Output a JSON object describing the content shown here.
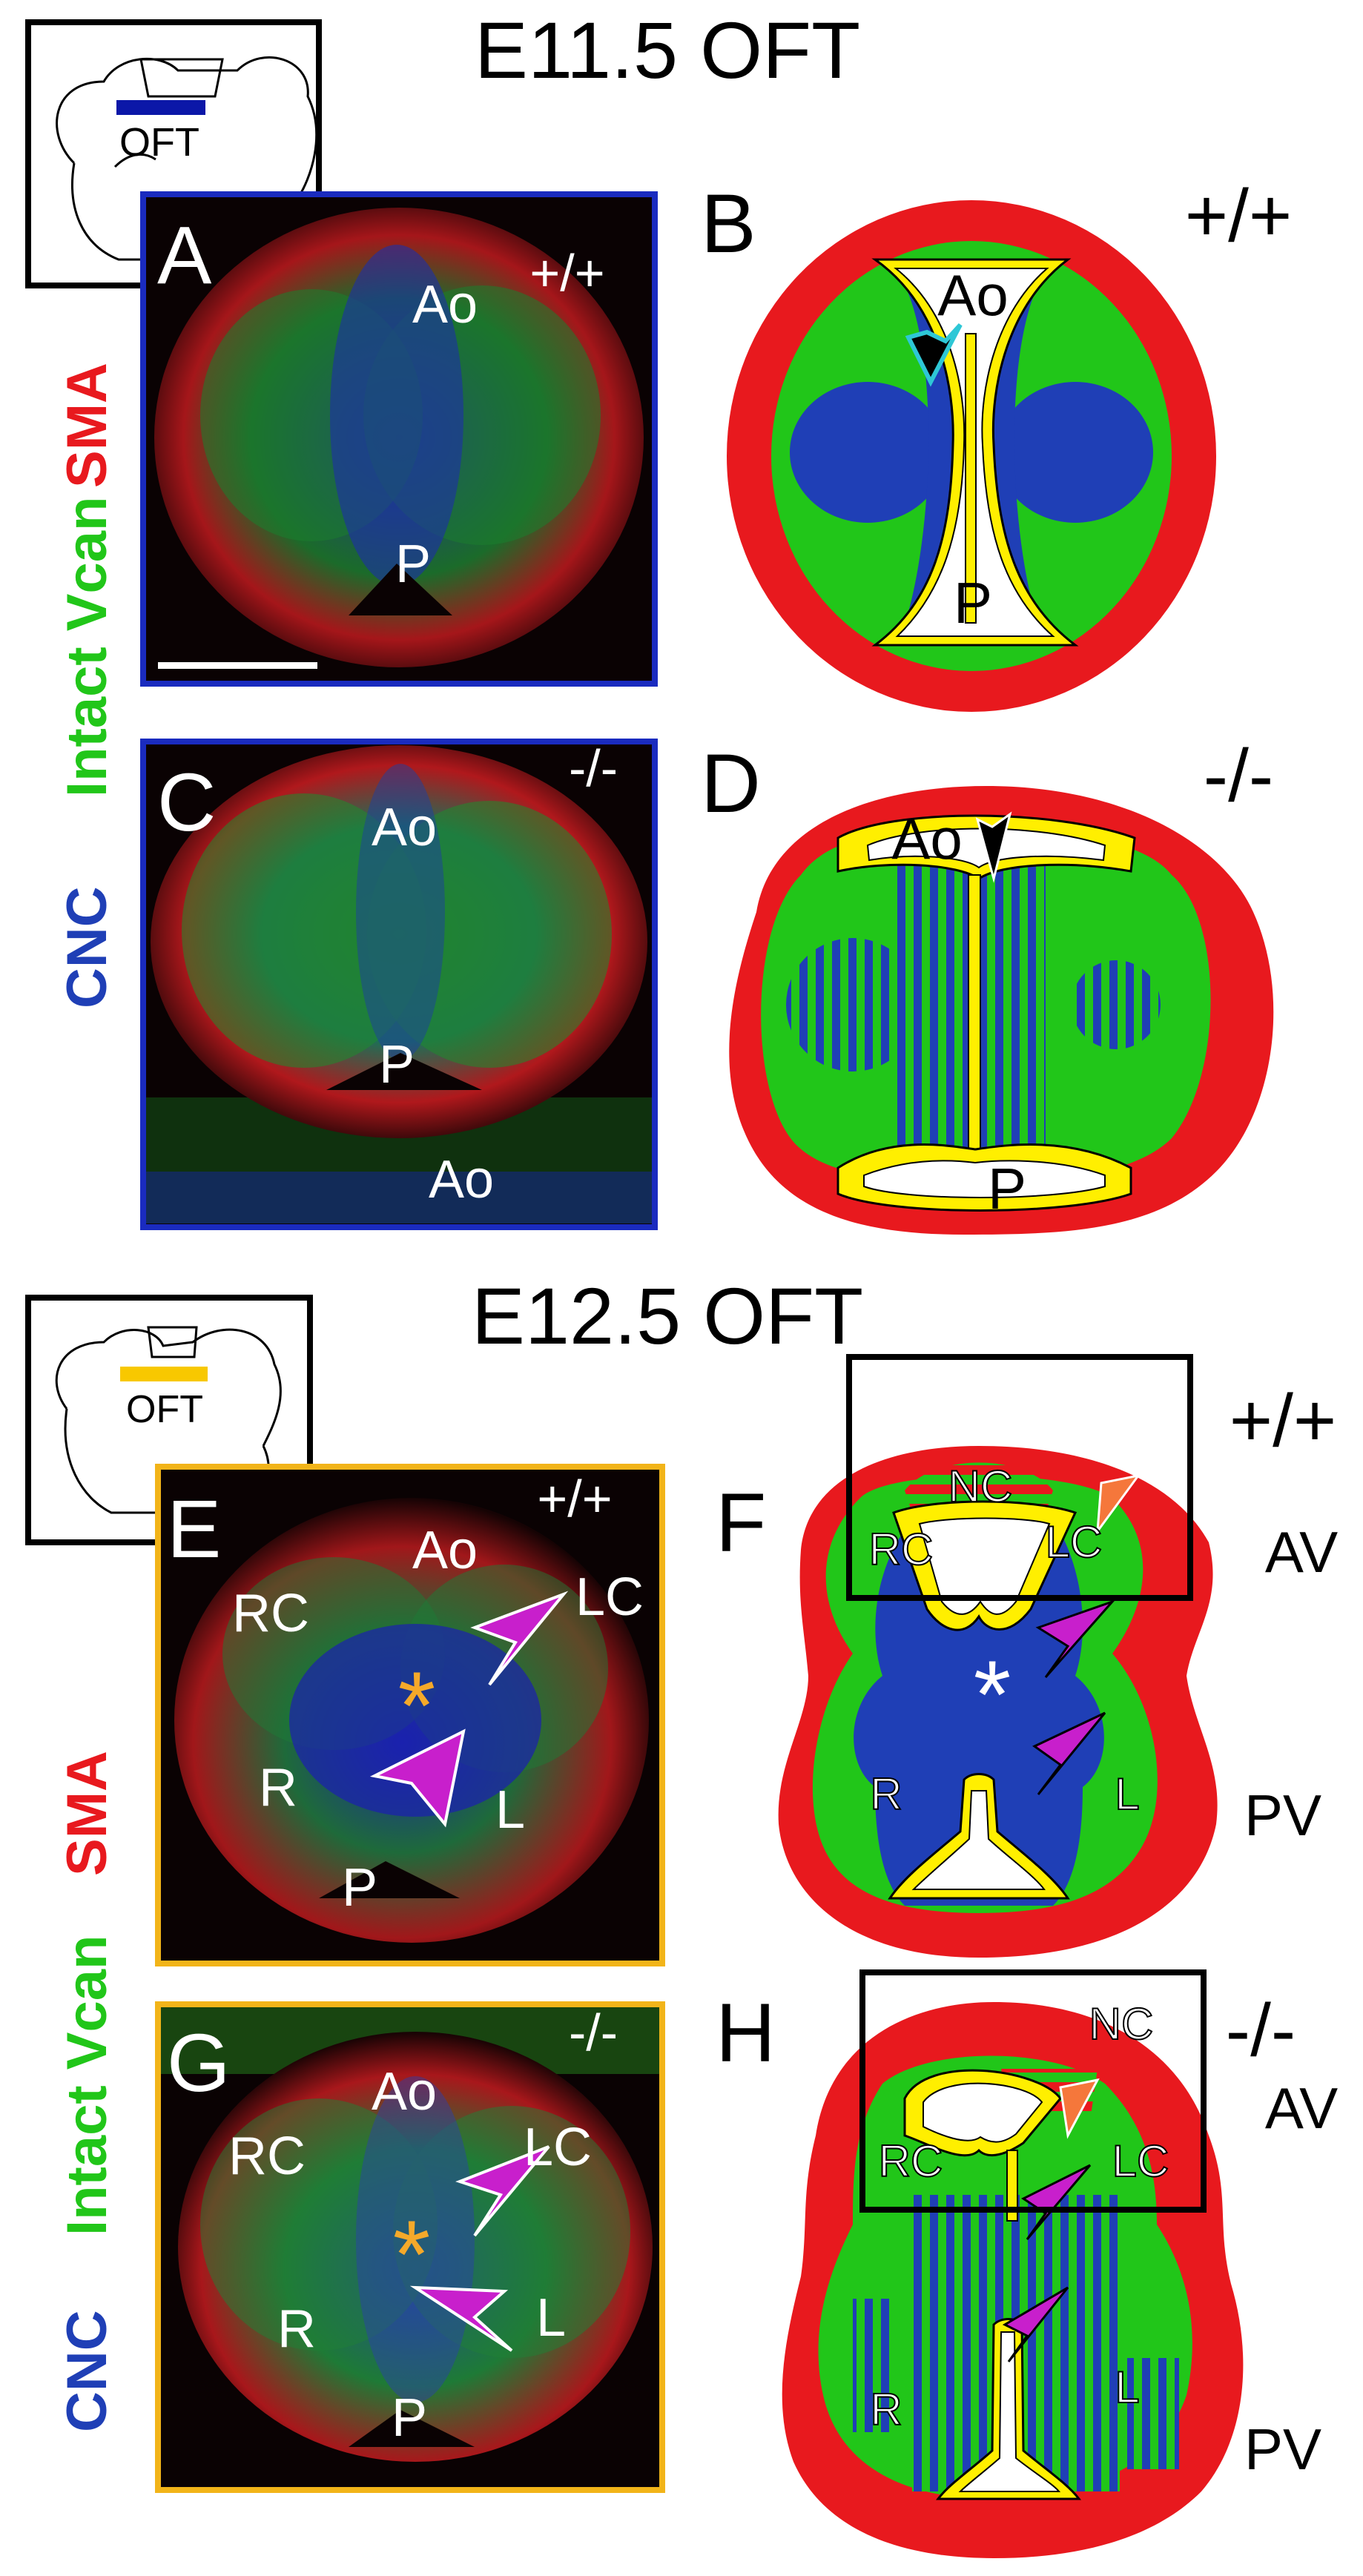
{
  "colors": {
    "sma": "#e8191e",
    "vcan": "#21c619",
    "cnc": "#1f3fb6",
    "cushion_yellow": "#ffef00",
    "inset_blue": "#0b17a8",
    "inset_yellow": "#f8c800",
    "arrow_magenta": "#c81fcc",
    "arrow_orange": "#f5773b",
    "panel_border_blue": "#1a2bbf",
    "panel_border_gold": "#f2b419",
    "star_gold": "#f5a92a"
  },
  "stages": {
    "e115": {
      "title": "E11.5 OFT",
      "inset_label": "OFT"
    },
    "e125": {
      "title": "E12.5 OFT",
      "inset_label": "OFT"
    }
  },
  "side_labels": {
    "upper": {
      "sma": "SMA",
      "vcan": "Intact Vcan",
      "cnc": "CNC"
    },
    "lower": {
      "sma": "SMA",
      "vcan": "Intact Vcan",
      "cnc": "CNC"
    }
  },
  "panels": {
    "A": {
      "letter": "A",
      "genotype": "+/+",
      "labels": {
        "ao": "Ao",
        "p": "P"
      }
    },
    "B": {
      "letter": "B",
      "genotype": "+/+",
      "labels": {
        "ao": "Ao",
        "p": "P"
      }
    },
    "C": {
      "letter": "C",
      "genotype": "-/-",
      "labels": {
        "ao": "Ao",
        "p": "P",
        "ao2": "Ao"
      }
    },
    "D": {
      "letter": "D",
      "genotype": "-/-",
      "labels": {
        "ao": "Ao",
        "p": "P"
      }
    },
    "E": {
      "letter": "E",
      "genotype": "+/+",
      "labels": {
        "ao": "Ao",
        "rc": "RC",
        "lc": "LC",
        "r": "R",
        "l": "L",
        "p": "P"
      }
    },
    "F": {
      "letter": "F",
      "genotype": "+/+",
      "labels": {
        "nc": "NC",
        "rc": "RC",
        "lc": "LC",
        "r": "R",
        "l": "L",
        "av": "AV",
        "pv": "PV"
      }
    },
    "G": {
      "letter": "G",
      "genotype": "-/-",
      "labels": {
        "ao": "Ao",
        "rc": "RC",
        "lc": "LC",
        "r": "R",
        "l": "L",
        "p": "P"
      }
    },
    "H": {
      "letter": "H",
      "genotype": "-/-",
      "labels": {
        "nc": "NC",
        "rc": "RC",
        "lc": "LC",
        "r": "R",
        "l": "L",
        "av": "AV",
        "pv": "PV"
      }
    }
  }
}
